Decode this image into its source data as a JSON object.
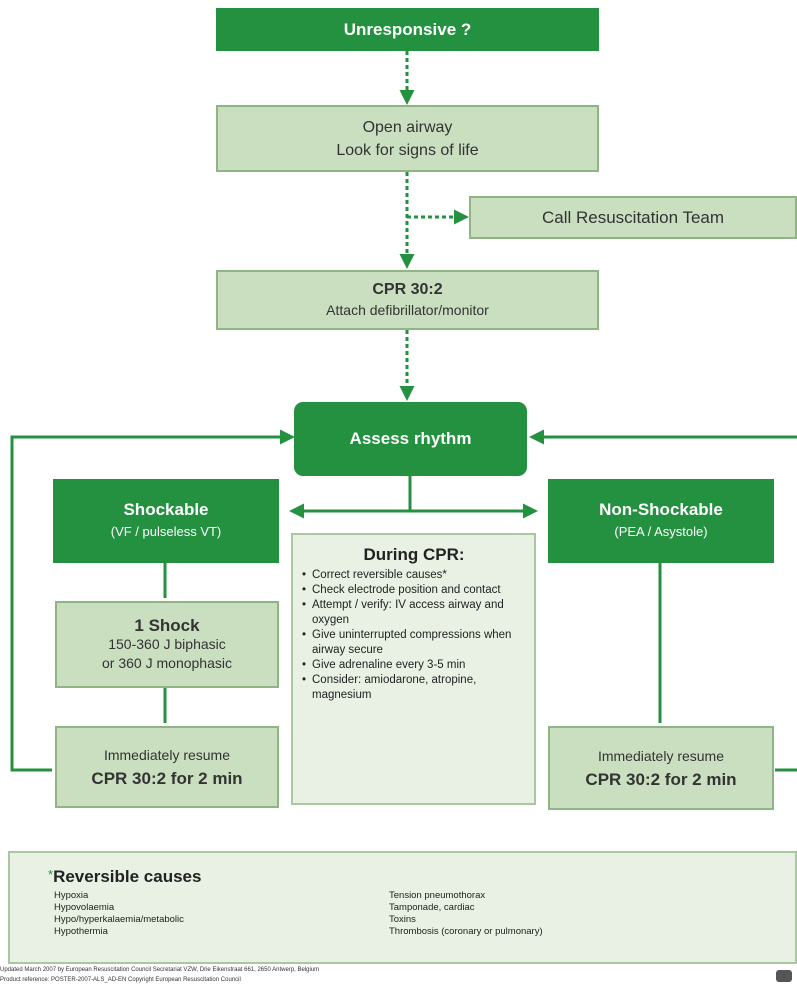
{
  "unresponsive": "Unresponsive ?",
  "open_airway": {
    "line1": "Open airway",
    "line2": "Look for signs of life"
  },
  "call_team": "Call Resuscitation Team",
  "cpr_initial": {
    "title": "CPR 30:2",
    "subtitle": "Attach defibrillator/monitor"
  },
  "assess": "Assess rhythm",
  "shockable": {
    "title": "Shockable",
    "subtitle": "(VF / pulseless VT)"
  },
  "non_shockable": {
    "title": "Non-Shockable",
    "subtitle": "(PEA / Asystole)"
  },
  "shock": {
    "title": "1 Shock",
    "line1": "150-360 J biphasic",
    "line2": "or 360 J monophasic"
  },
  "resume_left": {
    "line1": "Immediately resume",
    "line2": "CPR 30:2 for 2 min"
  },
  "resume_right": {
    "line1": "Immediately resume",
    "line2": "CPR 30:2 for 2 min"
  },
  "during_cpr": {
    "title": "During CPR:",
    "items": [
      "Correct reversible causes*",
      "Check electrode position and contact",
      "Attempt / verify: IV access airway and oxygen",
      "Give uninterrupted compressions when airway secure",
      "Give adrenaline every 3-5 min",
      "Consider: amiodarone, atropine, magnesium"
    ]
  },
  "reversible": {
    "star": "*",
    "title": "Reversible causes",
    "left": [
      "Hypoxia",
      "Hypovolaemia",
      "Hypo/hyperkalaemia/metabolic",
      "Hypothermia"
    ],
    "right": [
      "Tension pneumothorax",
      "Tamponade, cardiac",
      "Toxins",
      "Thrombosis (coronary or pulmonary)"
    ]
  },
  "footer": {
    "line1": "Updated March 2007 by European Resuscitation Council Secretariat VZW, Drie Eikenstraat 661, 2650 Antwerp, Belgium",
    "line2": "Product reference: POSTER-2007-ALS_AD-EN   Copyright European Resuscitation Council"
  },
  "colors": {
    "dark_green": "#23913f",
    "light_green": "#c9dfc0",
    "pale_green": "#e8f1e3",
    "border": "#8fb585"
  }
}
